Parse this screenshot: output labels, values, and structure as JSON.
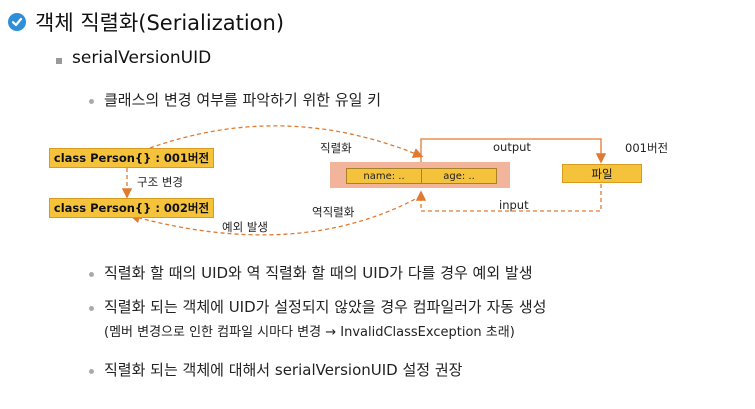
{
  "title": "객체 직렬화(Serialization)",
  "section": {
    "heading": "serialVersionUID"
  },
  "intro_bullet": "클래스의 변경 여부를 파악하기 위한 유일 키",
  "diagram": {
    "person_v1": "class Person{} : 001버전",
    "person_v2": "class Person{} : 002버전",
    "structure_change": "구조 변경",
    "exception": "예외 발생",
    "serialize": "직렬화",
    "deserialize": "역직렬화",
    "field_name": "name: ..",
    "field_age": "age: ..",
    "output": "output",
    "input": "input",
    "file": "파일",
    "file_version": "001버전"
  },
  "bullets": [
    "직렬화 할 때의 UID와 역 직렬화 할 때의 UID가 다를 경우 예외 발생",
    "직렬화 되는 객체에 UID가 설정되지 않았을 경우 컴파일러가 자동 생성",
    "직렬화 되는 객체에 대해서 serialVersionUID 설정 권장"
  ],
  "bullet2_note": "(멤버 변경으로 인한 컴파일 시마다 변경 → InvalidClassException 초래)",
  "colors": {
    "accent": "#2e8fd8",
    "box_yellow": "#f5c33b",
    "box_salmon": "#f2b49a",
    "arrow_orange": "#e07a30"
  }
}
